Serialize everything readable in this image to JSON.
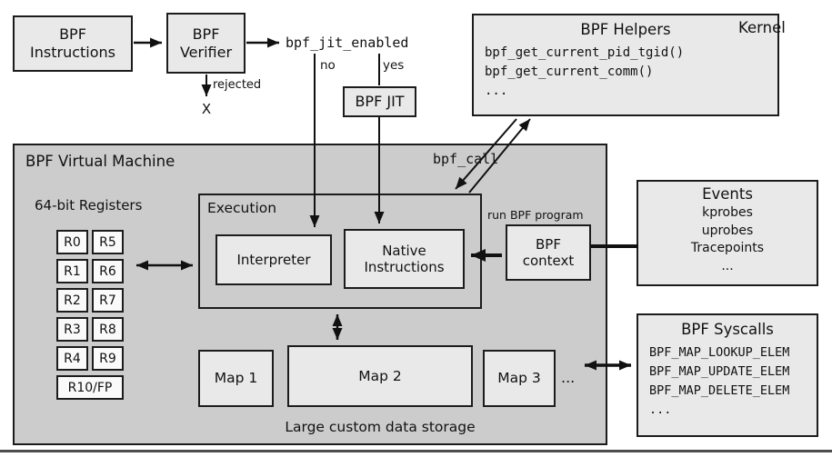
{
  "diagram": {
    "kernel_label": "Kernel",
    "instructions_label": "BPF Instructions",
    "verifier_label": "BPF Verifier",
    "jit_enabled_label": "bpf_jit_enabled",
    "branch_no_label": "no",
    "branch_yes_label": "yes",
    "rejected_label": "rejected",
    "rejected_mark": "X",
    "jit_label": "BPF JIT",
    "helpers": {
      "title": "BPF Helpers",
      "functions": [
        "bpf_get_current_pid_tgid()",
        "bpf_get_current_comm()",
        "..."
      ]
    },
    "vm": {
      "title": "BPF Virtual Machine",
      "registers_title": "64-bit Registers",
      "registers": [
        "R0",
        "R5",
        "R1",
        "R6",
        "R2",
        "R7",
        "R3",
        "R8",
        "R4",
        "R9",
        "R10/FP"
      ],
      "storage_caption": "Large custom data storage"
    },
    "execution": {
      "title": "Execution",
      "interpreter_label": "Interpreter",
      "native_label": "Native Instructions"
    },
    "bpf_call_label": "bpf_call",
    "run_program_label": "run BPF program",
    "context_label": "BPF context",
    "events": {
      "title": "Events",
      "items": [
        "kprobes",
        "uprobes",
        "Tracepoints",
        "..."
      ]
    },
    "maps": {
      "labels": [
        "Map 1",
        "Map 2",
        "Map 3"
      ],
      "ellipsis": "..."
    },
    "syscalls": {
      "title": "BPF Syscalls",
      "commands": [
        "BPF_MAP_LOOKUP_ELEM",
        "BPF_MAP_UPDATE_ELEM",
        "BPF_MAP_DELETE_ELEM",
        "..."
      ]
    }
  },
  "colors": {
    "background": "#ffffff",
    "box_fill": "#e9e9e9",
    "vm_fill": "#cccccc",
    "register_fill": "#fafafa",
    "border": "#1c1c1c",
    "line": "#111111"
  }
}
